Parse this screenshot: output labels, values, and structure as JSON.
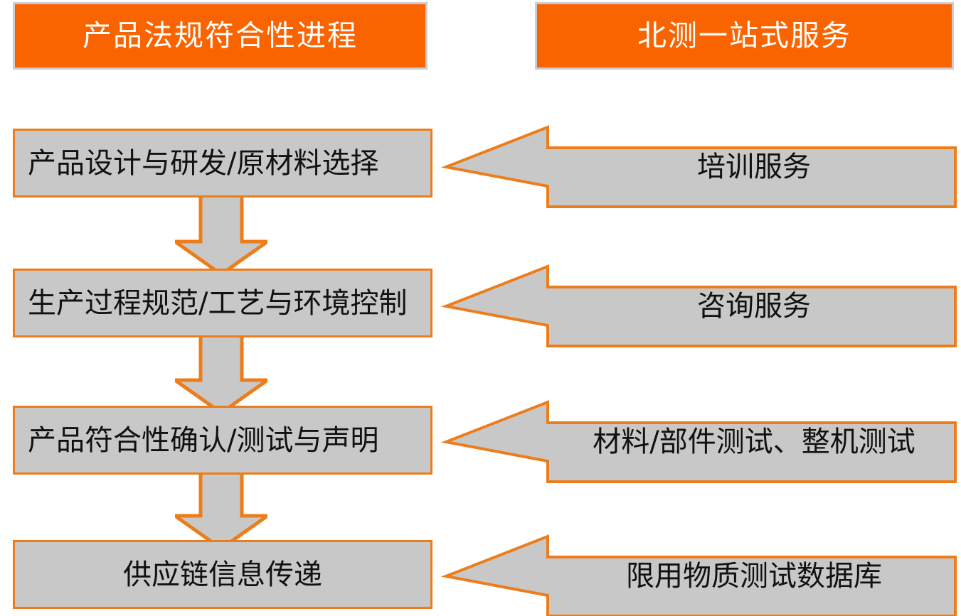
{
  "headers": {
    "left": "产品法规符合性进程",
    "right": "北测一站式服务"
  },
  "process_steps": [
    {
      "label": "产品设计与研发/原材料选择"
    },
    {
      "label": "生产过程规范/工艺与环境控制"
    },
    {
      "label": "产品符合性确认/测试与声明"
    },
    {
      "label": "供应链信息传递"
    }
  ],
  "services": [
    {
      "label": "培训服务"
    },
    {
      "label": "咨询服务"
    },
    {
      "label": "材料/部件测试、整机测试"
    },
    {
      "label": "限用物质测试数据库"
    }
  ],
  "colors": {
    "header_background": "#FA6400",
    "header_border": "#C9CED4",
    "header_text": "#FFFFFF",
    "shape_fill": "#C8C8C8",
    "shape_outline": "#ED7D1B",
    "shape_text": "#111111",
    "page_background": "#FFFFFF"
  }
}
